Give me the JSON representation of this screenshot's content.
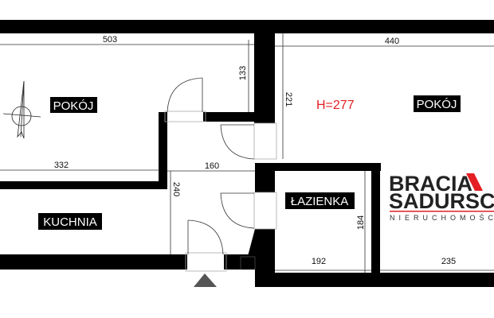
{
  "rooms": [
    {
      "name": "POKÓJ"
    },
    {
      "name": "POKÓJ"
    },
    {
      "name": "KUCHNIA"
    },
    {
      "name": "ŁAZIENKA"
    }
  ],
  "height_note": "H=277",
  "dimensions": {
    "left_room_width": "503",
    "right_room_width": "440",
    "wall_segment": "133",
    "right_room_depth": "221",
    "kitchen_width": "332",
    "hall_width": "160",
    "hall_depth": "240",
    "bath_depth": "184",
    "bath_width": "192",
    "right_lower": "235"
  },
  "logo": {
    "line1": "BRACIA",
    "line2": "SADURSCY",
    "tagline": "NIERUCHOMOŚCI"
  },
  "colors": {
    "wall": "#000000",
    "accent": "#e31e24",
    "height_note": "#e31e24"
  }
}
